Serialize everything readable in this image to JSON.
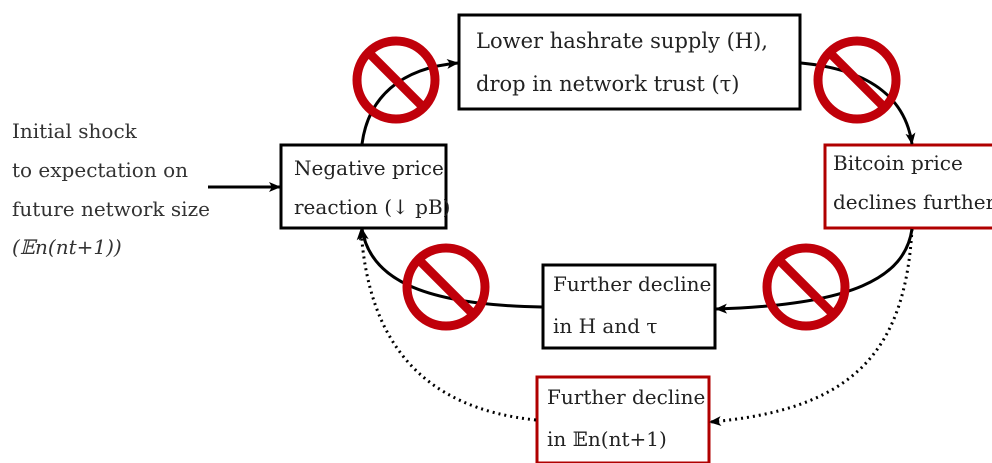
{
  "initial_shock": {
    "line1": "Initial shock",
    "line2": "to expectation on",
    "line3": "future network size",
    "line4": "(𝔼n(nt+1))"
  },
  "boxes": {
    "lower_hashrate": {
      "line1": "Lower hashrate supply (H),",
      "line2": "drop in network trust (τ)"
    },
    "negative_price": {
      "line1": "Negative price",
      "line2": "reaction (↓ pB)"
    },
    "bitcoin_price": {
      "line1": "Bitcoin price",
      "line2": "declines further"
    },
    "further_decline_h_tau": {
      "line1": "Further decline",
      "line2": "in H and τ"
    },
    "further_decline_expectation": {
      "line1": "Further decline",
      "line2": "in 𝔼n(nt+1)"
    }
  },
  "colors": {
    "black_box_border": "#000000",
    "red_box_border": "#b00000",
    "prohibition_sign": "#c0000a",
    "arrow": "#000000"
  },
  "icons": [
    "prohibition-icon"
  ]
}
